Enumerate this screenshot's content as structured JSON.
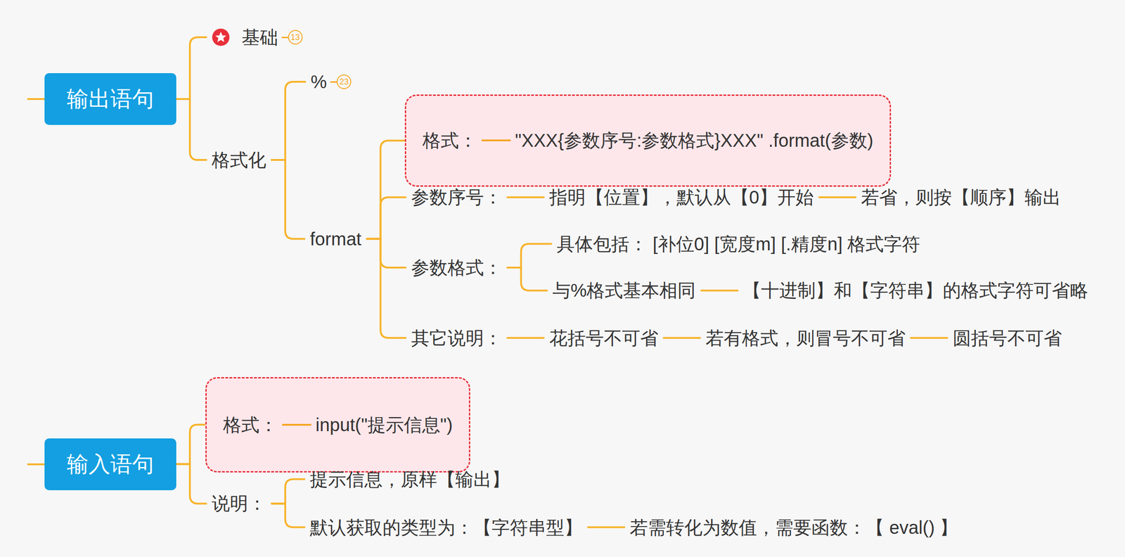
{
  "diagram": {
    "nodes": [
      {
        "text": [
          "输出语句"
        ]
      },
      {
        "text": [
          "基础"
        ]
      },
      {
        "text": [
          "格式化"
        ]
      },
      {
        "text": [
          "%"
        ]
      },
      {
        "text": [
          "format"
        ]
      },
      {
        "text": [
          "格式：",
          "\"XXX{参数序号:参数格式}XXX\" .format(参数)"
        ]
      },
      {
        "text": [
          "参数序号："
        ]
      },
      {
        "text": [
          "指明【位置】，默认从【0】开始"
        ]
      },
      {
        "text": [
          "若省，则按【顺序】输出"
        ]
      },
      {
        "text": [
          "参数格式："
        ]
      },
      {
        "text": [
          "具体包括： [补位0] [宽度m] [.精度n] 格式字符"
        ]
      },
      {
        "text": [
          "与%格式基本相同"
        ]
      },
      {
        "text": [
          "【十进制】和【字符串】的格式字符可省略"
        ]
      },
      {
        "text": [
          "其它说明："
        ]
      },
      {
        "text": [
          "花括号不可省"
        ]
      },
      {
        "text": [
          "若有格式，则冒号不可省"
        ]
      },
      {
        "text": [
          "圆括号不可省"
        ]
      },
      {
        "text": [
          "输入语句"
        ]
      },
      {
        "text": [
          "格式：",
          "input(\"提示信息\")"
        ]
      },
      {
        "text": [
          "说明："
        ]
      },
      {
        "text": [
          "提示信息，原样【输出】"
        ]
      },
      {
        "text": [
          "默认获取的类型为：【字符串型】"
        ]
      },
      {
        "text": [
          "若需转化为数值，需要函数：【 eval() 】"
        ]
      }
    ],
    "edges": [
      {
        "from": 0,
        "to": 1,
        "arrow": "none"
      },
      {
        "from": 0,
        "to": 2,
        "arrow": "none"
      },
      {
        "from": 2,
        "to": 3,
        "arrow": "none"
      },
      {
        "from": 2,
        "to": 4,
        "arrow": "none"
      },
      {
        "from": 4,
        "to": 5,
        "arrow": "none"
      },
      {
        "from": 4,
        "to": 6,
        "arrow": "none"
      },
      {
        "from": 6,
        "to": 7,
        "arrow": "none"
      },
      {
        "from": 7,
        "to": 8,
        "arrow": "none"
      },
      {
        "from": 4,
        "to": 9,
        "arrow": "none"
      },
      {
        "from": 9,
        "to": 10,
        "arrow": "none"
      },
      {
        "from": 9,
        "to": 11,
        "arrow": "none"
      },
      {
        "from": 11,
        "to": 12,
        "arrow": "none"
      },
      {
        "from": 4,
        "to": 13,
        "arrow": "none"
      },
      {
        "from": 13,
        "to": 14,
        "arrow": "none"
      },
      {
        "from": 14,
        "to": 15,
        "arrow": "none"
      },
      {
        "from": 15,
        "to": 16,
        "arrow": "none"
      },
      {
        "from": 17,
        "to": 18,
        "arrow": "none"
      },
      {
        "from": 17,
        "to": 19,
        "arrow": "none"
      },
      {
        "from": 19,
        "to": 20,
        "arrow": "none"
      },
      {
        "from": 19,
        "to": 21,
        "arrow": "none"
      },
      {
        "from": 21,
        "to": 22,
        "arrow": "none"
      }
    ],
    "labels": [
      "13",
      "23"
    ]
  }
}
